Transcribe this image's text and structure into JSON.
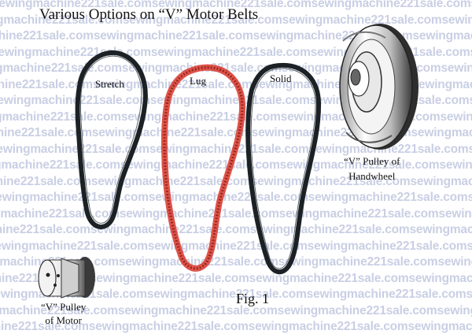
{
  "figure": {
    "title": "Various Options on “V” Motor Belts",
    "caption": "Fig. 1",
    "belts": [
      {
        "id": "stretch",
        "label": "Stretch",
        "color": "#1b2124"
      },
      {
        "id": "lug",
        "label": "Lug",
        "color": "#d8362a"
      },
      {
        "id": "solid",
        "label": "Solid",
        "color": "#1b2124"
      }
    ],
    "pulleys": {
      "handwheel": {
        "line1": "“V” Pulley of",
        "line2": "Handwheel"
      },
      "motor": {
        "line1": "“V” Pulley",
        "line2": "of Motor"
      }
    }
  },
  "watermark": {
    "text": "sewingmachine221sale.com",
    "color": "#c9cfe4"
  }
}
